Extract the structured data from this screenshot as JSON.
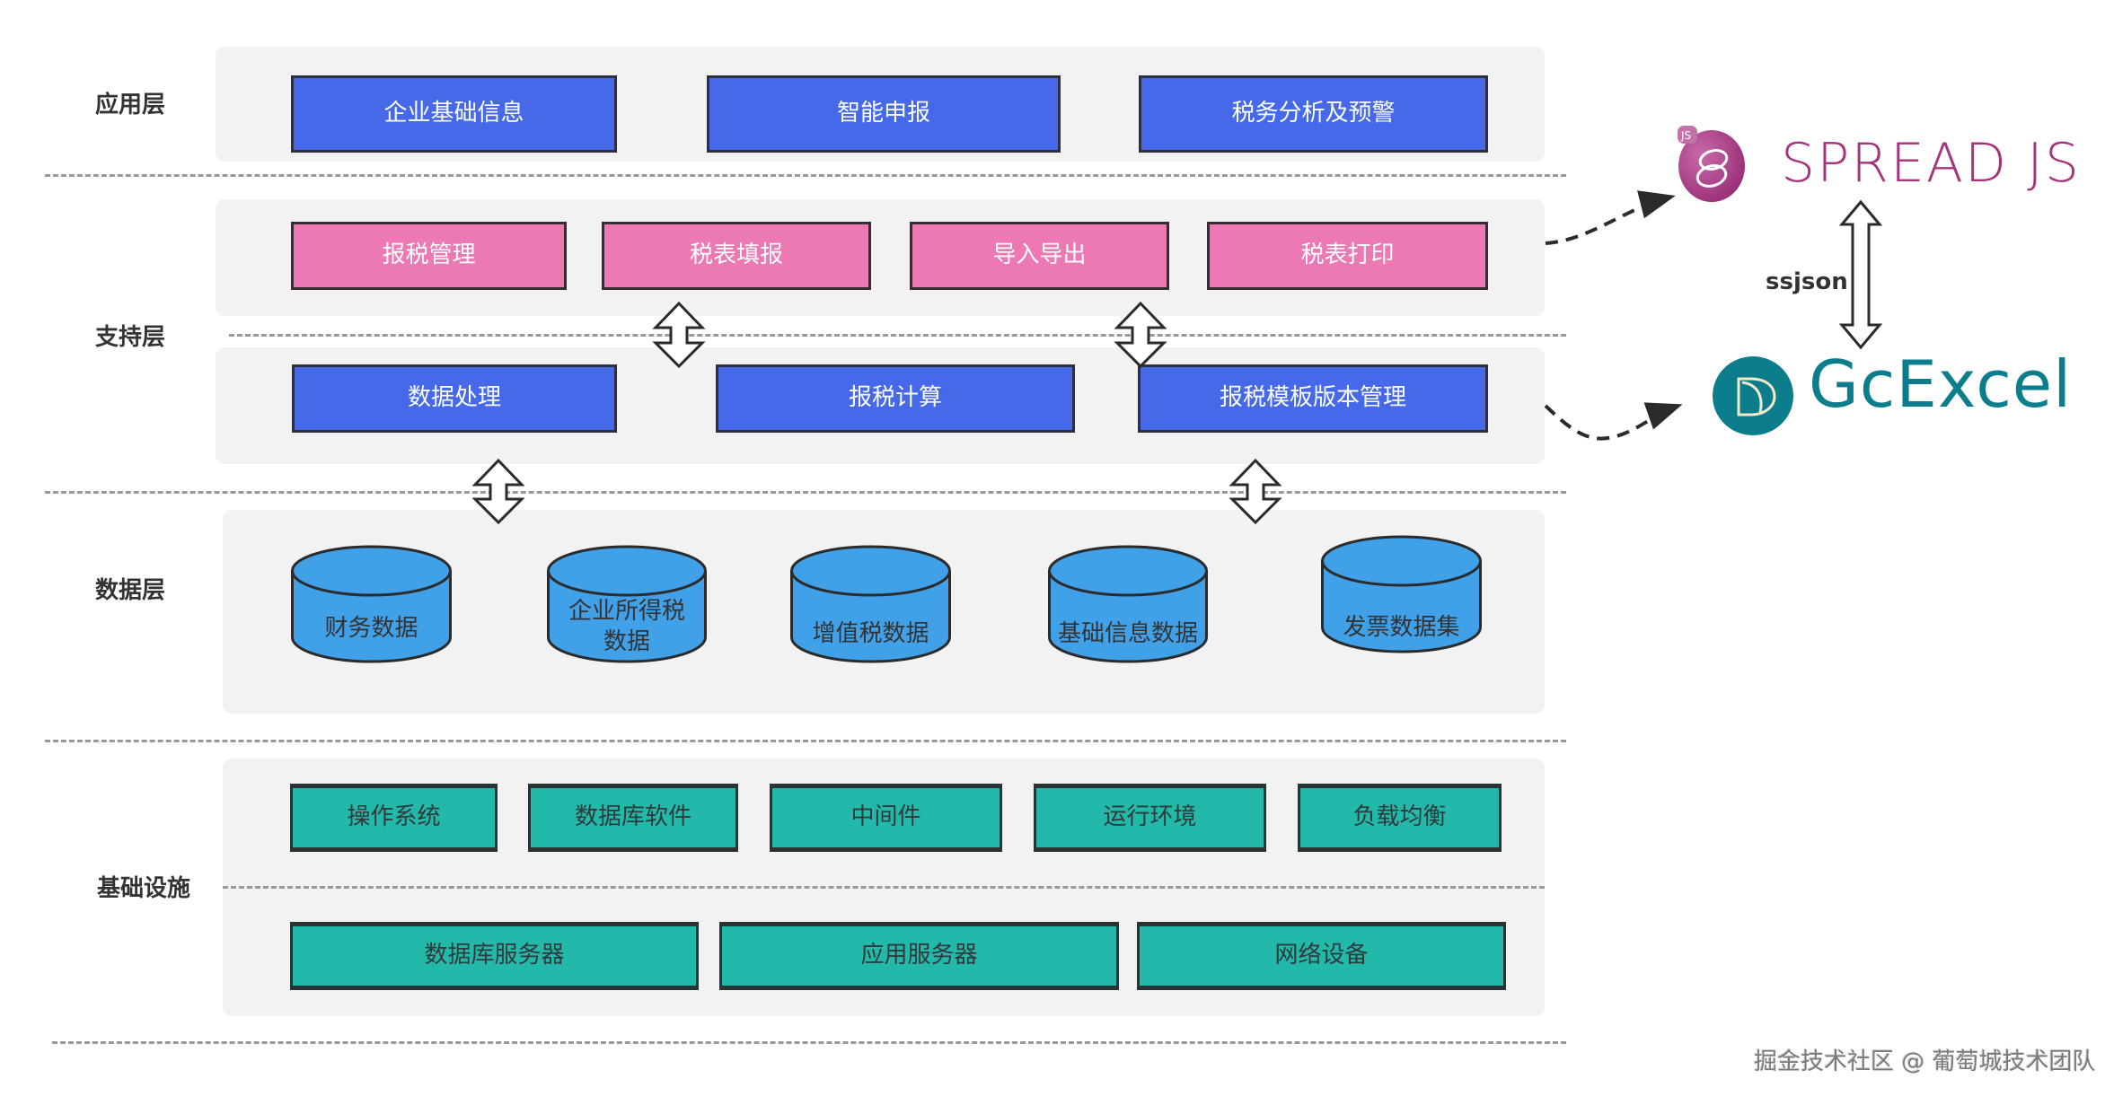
{
  "layers": {
    "application": {
      "label": "应用层",
      "modules": [
        "企业基础信息",
        "智能申报",
        "税务分析及预警"
      ]
    },
    "support": {
      "label": "支持层",
      "frontend_modules": [
        "报税管理",
        "税表填报",
        "导入导出",
        "税表打印"
      ],
      "backend_modules": [
        "数据处理",
        "报税计算",
        "报税模板版本管理"
      ]
    },
    "data": {
      "label": "数据层",
      "stores": [
        {
          "line1": "财务数据",
          "line2": ""
        },
        {
          "line1": "企业所得税",
          "line2": "数据"
        },
        {
          "line1": "增值税数据",
          "line2": ""
        },
        {
          "line1": "基础信息数据",
          "line2": ""
        },
        {
          "line1": "发票数据集",
          "line2": ""
        }
      ]
    },
    "infrastructure": {
      "label": "基础设施",
      "software": [
        "操作系统",
        "数据库软件",
        "中间件",
        "运行环境",
        "负载均衡"
      ],
      "hardware": [
        "数据库服务器",
        "应用服务器",
        "网络设备"
      ]
    }
  },
  "products": {
    "spreadjs": {
      "name": "SPREAD JS",
      "badge": "JS",
      "icon": "spreadjs-logo-icon",
      "color": "#a4357d"
    },
    "gcexcel": {
      "name": "GcExcel",
      "icon": "gcexcel-logo-icon",
      "color": "#0b7d8c"
    },
    "link_label": "ssjson"
  },
  "colors": {
    "application_module": "#4569e8",
    "support_frontend": "#ec78b4",
    "support_backend": "#4569e8",
    "data_store": "#41a1e8",
    "infrastructure": "#22b9aa",
    "panel": "#f2f2f2"
  },
  "watermark": "掘金技术社区 @ 葡萄城技术团队"
}
